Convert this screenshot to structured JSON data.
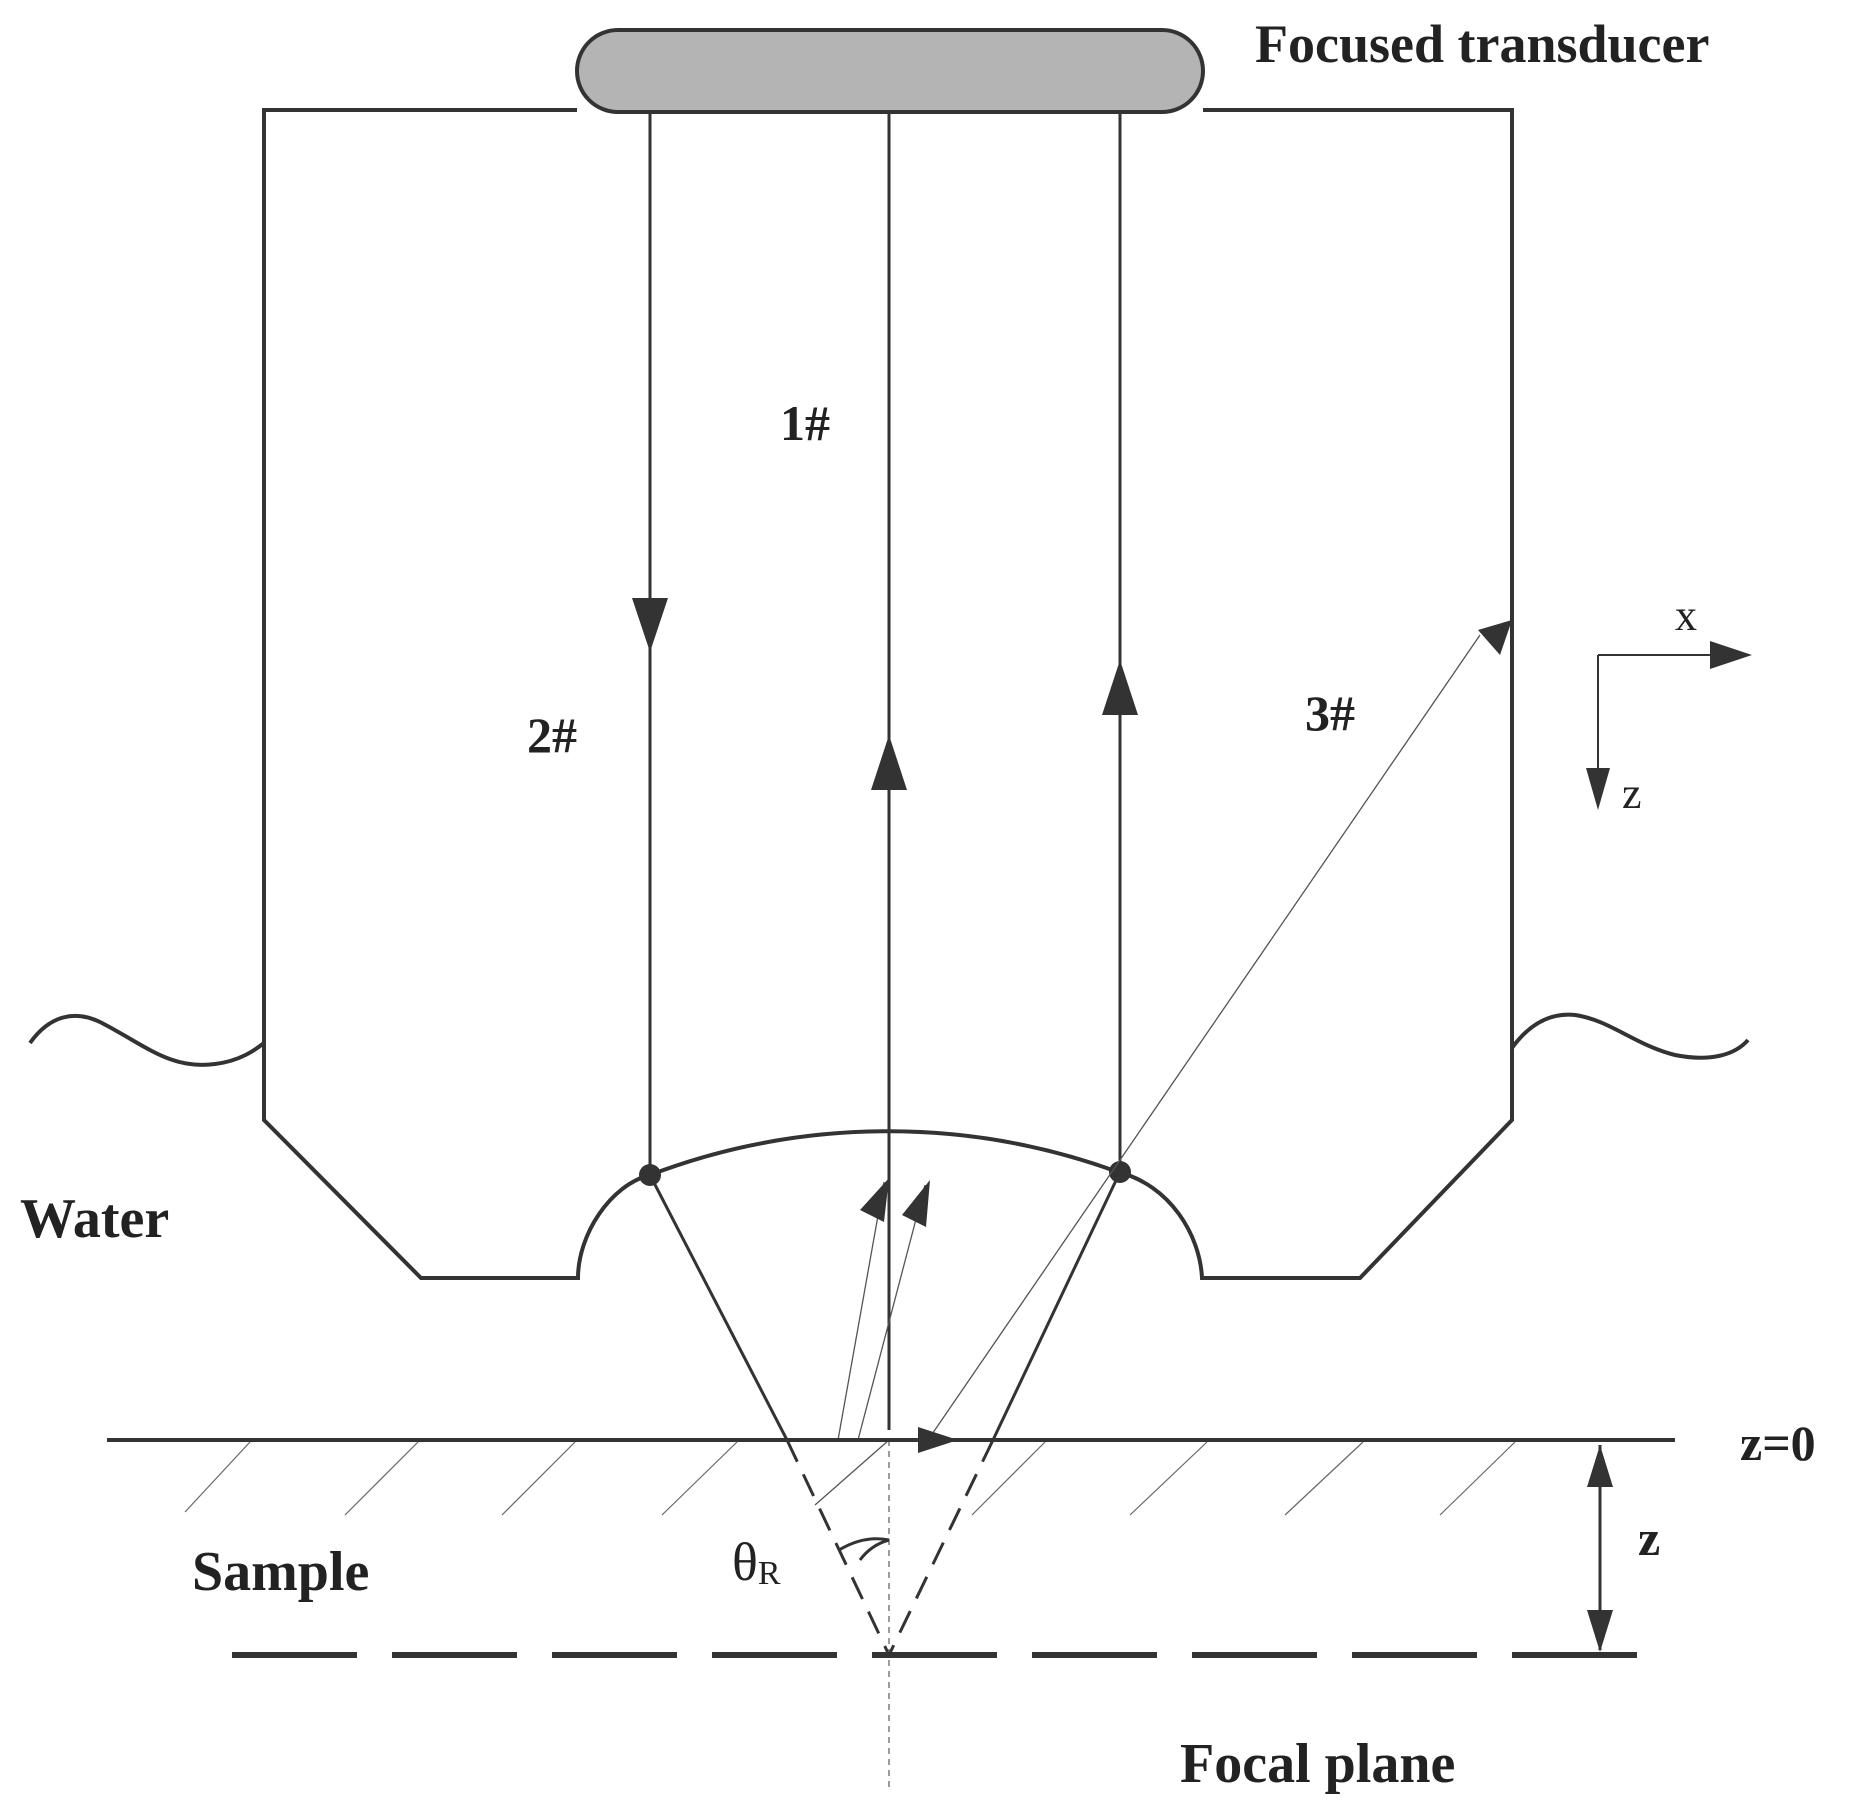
{
  "labels": {
    "transducer": "Focused transducer",
    "ray1": "1#",
    "ray2": "2#",
    "ray3": "3#",
    "axis_x": "x",
    "axis_z": "z",
    "water": "Water",
    "sample": "Sample",
    "z0": "z=0",
    "z_depth": "z",
    "theta_main": "θ",
    "theta_sub": "R",
    "focal_plane": "Focal plane"
  },
  "colors": {
    "stroke": "#333333",
    "transducer_fill": "#b4b4b4",
    "text": "#222222"
  }
}
